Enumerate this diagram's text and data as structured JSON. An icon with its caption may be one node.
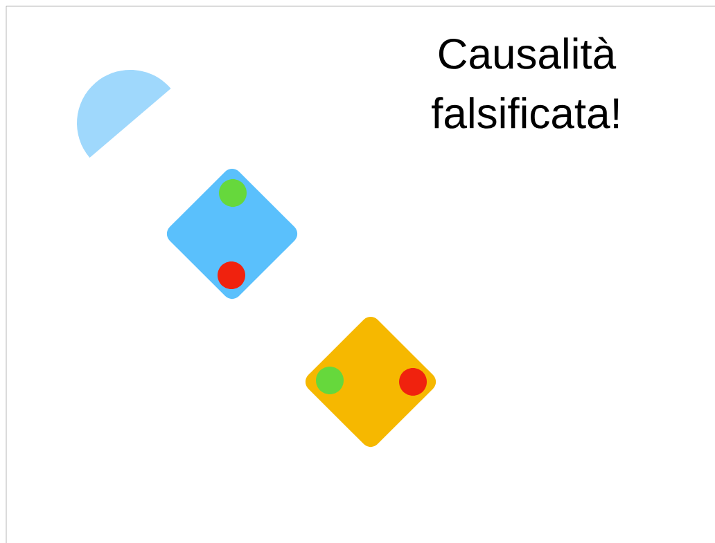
{
  "diagram": {
    "title": "Causalità falsificata!",
    "nodes": [
      {
        "text": [],
        "shape": "semicircle"
      },
      {
        "text": [],
        "shape": "diamond"
      },
      {
        "text": [],
        "shape": "circle",
        "in": 1
      },
      {
        "text": [],
        "shape": "circle",
        "in": 1
      },
      {
        "text": [],
        "shape": "diamond"
      },
      {
        "text": [],
        "shape": "circle",
        "in": 4
      },
      {
        "text": [],
        "shape": "circle",
        "in": 4
      }
    ]
  }
}
